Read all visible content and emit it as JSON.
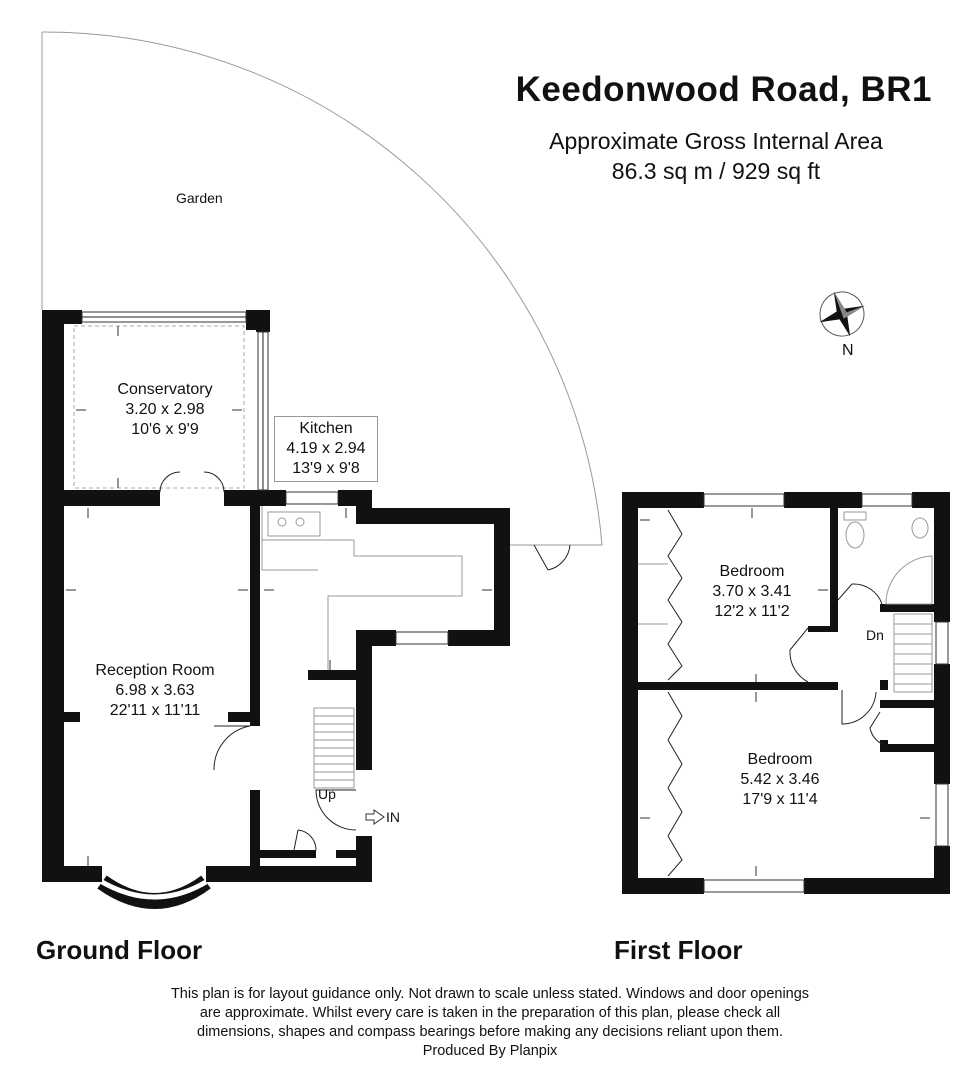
{
  "header": {
    "title": "Keedonwood Road, BR1",
    "area_line1": "Approximate Gross Internal Area",
    "area_line2": "86.3 sq m / 929 sq ft"
  },
  "compass": {
    "label": "N"
  },
  "garden": {
    "label": "Garden"
  },
  "ground_floor": {
    "label": "Ground Floor",
    "rooms": [
      {
        "name": "Conservatory",
        "metric": "3.20 x 2.98",
        "imperial": "10'6 x 9'9"
      },
      {
        "name": "Kitchen",
        "metric": "4.19 x 2.94",
        "imperial": "13'9 x 9'8"
      },
      {
        "name": "Reception Room",
        "metric": "6.98 x 3.63",
        "imperial": "22'11 x 11'11"
      }
    ],
    "stairs_label": "Up",
    "entrance_label": "IN"
  },
  "first_floor": {
    "label": "First Floor",
    "rooms": [
      {
        "name": "Bedroom",
        "metric": "3.70 x 3.41",
        "imperial": "12'2 x 11'2"
      },
      {
        "name": "Bedroom",
        "metric": "5.42 x 3.46",
        "imperial": "17'9 x 11'4"
      }
    ],
    "stairs_label": "Dn"
  },
  "disclaimer": {
    "line1": "This plan is for layout guidance only. Not drawn to scale unless stated. Windows and door openings",
    "line2": "are approximate. Whilst every care is taken in the preparation of this plan, please check all",
    "line3": "dimensions, shapes and compass bearings before making any decisions reliant upon them.",
    "line4": "Produced By Planpix"
  }
}
